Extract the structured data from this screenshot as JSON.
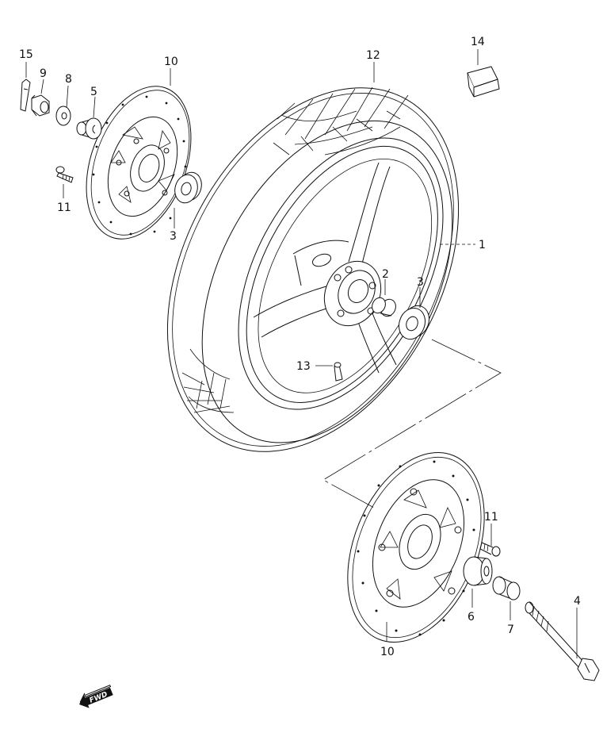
{
  "callouts": {
    "c1": "1",
    "c2": "2",
    "c3a": "3",
    "c3b": "3",
    "c4": "4",
    "c5": "5",
    "c6": "6",
    "c7": "7",
    "c8": "8",
    "c9": "9",
    "c10a": "10",
    "c10b": "10",
    "c11a": "11",
    "c11b": "11",
    "c12": "12",
    "c13": "13",
    "c14": "14",
    "c15": "15"
  },
  "fwd_label": "FWD"
}
